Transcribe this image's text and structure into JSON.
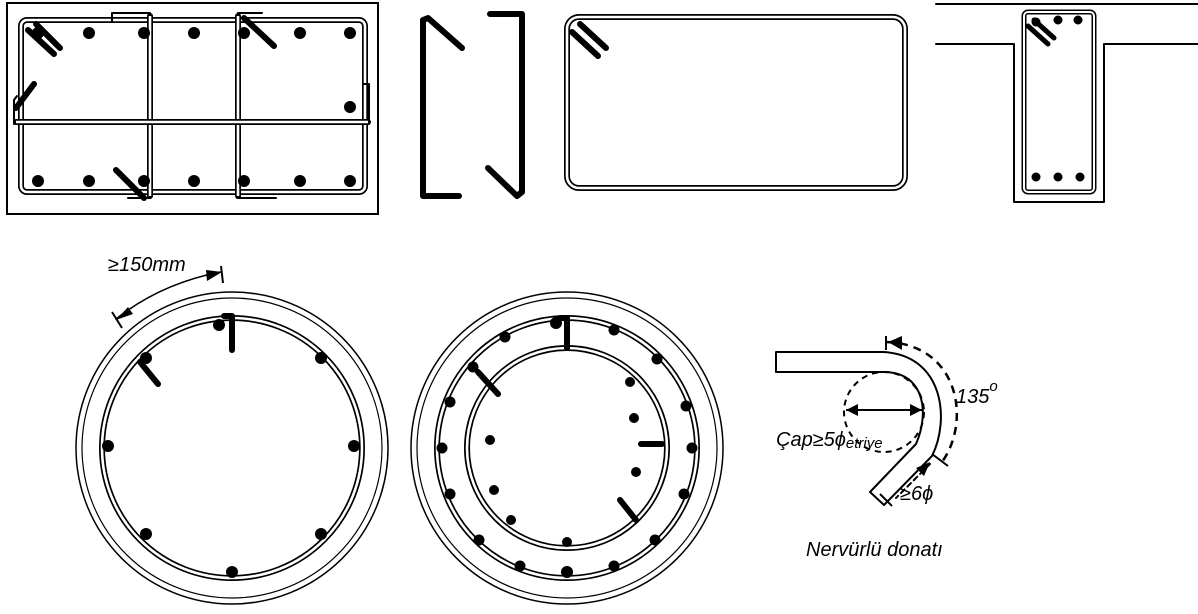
{
  "labels": {
    "cover_min": "≥150mm",
    "hook_angle": "135",
    "hook_angle_degree": "o",
    "bend_diameter_prefix": "Çap≥5",
    "bend_diameter_symbol": "ϕ",
    "bend_diameter_subscript": "etriye",
    "hook_extension": "≥6ϕ",
    "caption": "Nervürlü donatı"
  }
}
